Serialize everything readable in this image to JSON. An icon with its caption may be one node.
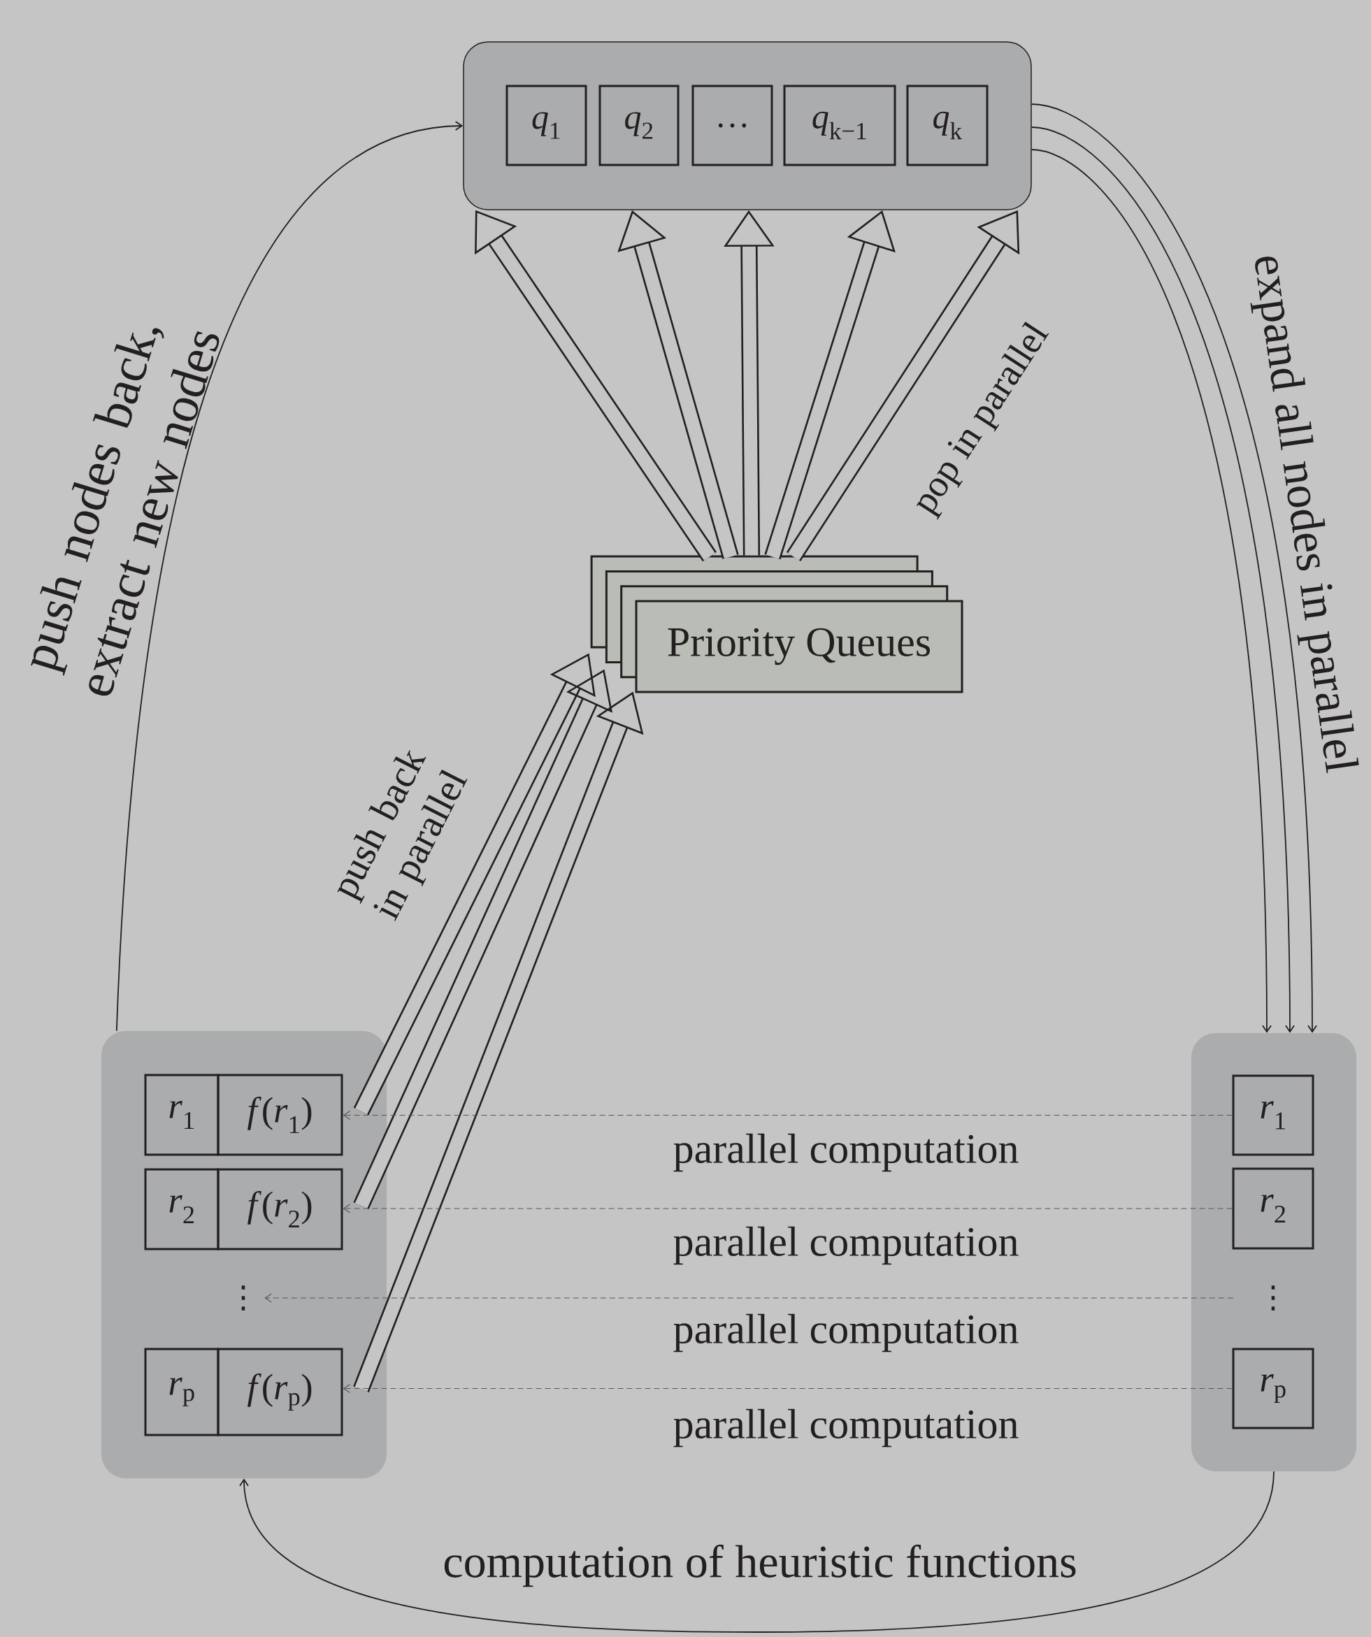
{
  "diagram": {
    "nodes": [
      {
        "text": [],
        "shape": "box"
      },
      {
        "text": [
          "*q*$_{1}$"
        ],
        "in": 0
      },
      {
        "text": [
          "*q*$_{2}$"
        ],
        "in": 0
      },
      {
        "text": [
          "…"
        ],
        "in": 0
      },
      {
        "text": [
          "*q*$_{k−1}$"
        ],
        "in": 0
      },
      {
        "text": [
          "*q*$_{k}$"
        ],
        "in": 0
      },
      {
        "text": [
          "Priority Queues"
        ]
      },
      {
        "text": [],
        "shape": "box"
      },
      {
        "text": [
          "*r*$_{1}$"
        ],
        "in": 7
      },
      {
        "text": [
          "*f*(*r*$_{1}$)"
        ],
        "in": 7
      },
      {
        "text": [
          "*r*$_{2}$"
        ],
        "in": 7
      },
      {
        "text": [
          "*f*(*r*$_{2}$)"
        ],
        "in": 7
      },
      {
        "text": [
          "⋮"
        ],
        "in": 7
      },
      {
        "text": [
          "*r*$_{p}$"
        ],
        "in": 7
      },
      {
        "text": [
          "*f*(*r*$_{p}$)"
        ],
        "in": 7
      },
      {
        "text": [],
        "shape": "box"
      },
      {
        "text": [
          "*r*$_{1}$"
        ],
        "in": 15
      },
      {
        "text": [
          "*r*$_{2}$"
        ],
        "in": 15
      },
      {
        "text": [
          "⋮"
        ],
        "in": 15
      },
      {
        "text": [
          "*r*$_{p}$"
        ],
        "in": 15
      }
    ],
    "edges": [
      {
        "from": 7,
        "to": 0,
        "arrow": "to",
        "label": "push nodes back, extract new nodes"
      },
      {
        "from": 6,
        "to": 0,
        "arrow": "to",
        "style": "thick"
      },
      {
        "from": 6,
        "to": 0,
        "arrow": "to",
        "style": "thick"
      },
      {
        "from": 6,
        "to": 0,
        "arrow": "to",
        "style": "thick"
      },
      {
        "from": 6,
        "to": 0,
        "arrow": "to",
        "style": "thick"
      },
      {
        "from": 6,
        "to": 0,
        "arrow": "to",
        "style": "thick",
        "label": "pop in parallel"
      },
      {
        "from": 0,
        "to": 15,
        "arrow": "to"
      },
      {
        "from": 0,
        "to": 15,
        "arrow": "to",
        "label": "expand all nodes in parallel"
      },
      {
        "from": 0,
        "to": 15,
        "arrow": "to"
      },
      {
        "from": 15,
        "to": 7,
        "arrow": "to",
        "label": "computation of heuristic functions"
      },
      {
        "from": 9,
        "to": 6,
        "arrow": "to",
        "style": "thick",
        "label": "push back in parallel"
      },
      {
        "from": 11,
        "to": 6,
        "arrow": "to",
        "style": "thick"
      },
      {
        "from": 14,
        "to": 6,
        "arrow": "to",
        "style": "thick"
      },
      {
        "from": 16,
        "to": 9,
        "arrow": "to",
        "style": "dashed",
        "color": "#58595b",
        "label": "parallel computation"
      },
      {
        "from": 17,
        "to": 11,
        "arrow": "to",
        "style": "dashed",
        "color": "#58595b",
        "label": "parallel computation"
      },
      {
        "from": 18,
        "to": 12,
        "arrow": "to",
        "style": "dashed",
        "color": "#58595b",
        "label": "parallel computation"
      },
      {
        "from": 19,
        "to": 14,
        "arrow": "to",
        "style": "dashed",
        "color": "#58595b",
        "label": "parallel computation"
      }
    ]
  }
}
